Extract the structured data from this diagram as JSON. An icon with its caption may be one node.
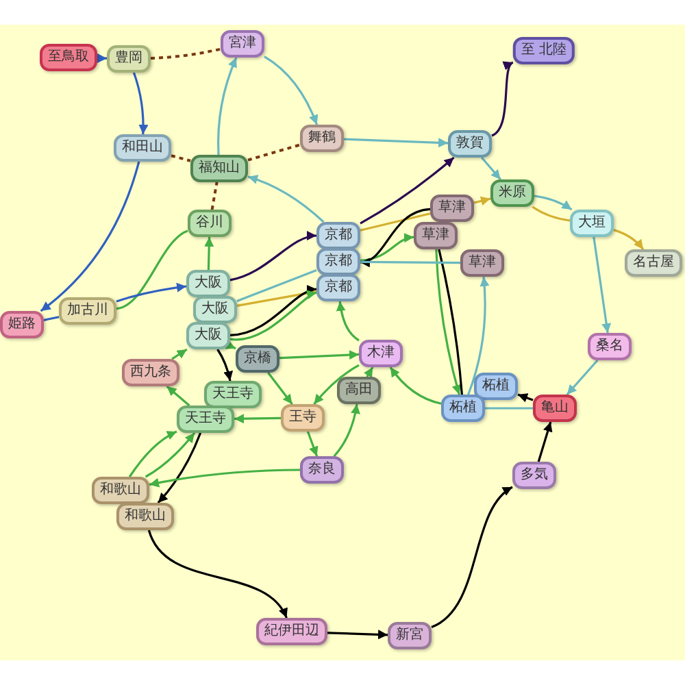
{
  "diagram": {
    "nodes": [
      {
        "text": [
          "至鳥取"
        ]
      },
      {
        "text": [
          "豊岡"
        ]
      },
      {
        "text": [
          "宮津"
        ]
      },
      {
        "text": [
          "至 北陸"
        ]
      },
      {
        "text": [
          "舞鶴"
        ]
      },
      {
        "text": [
          "敦賀"
        ]
      },
      {
        "text": [
          "和田山"
        ]
      },
      {
        "text": [
          "福知山"
        ]
      },
      {
        "text": [
          "米原"
        ]
      },
      {
        "text": [
          "谷川"
        ]
      },
      {
        "text": [
          "草津"
        ]
      },
      {
        "text": [
          "大垣"
        ]
      },
      {
        "text": [
          "草津"
        ]
      },
      {
        "text": [
          "京都"
        ]
      },
      {
        "text": [
          "草津"
        ]
      },
      {
        "text": [
          "名古屋"
        ]
      },
      {
        "text": [
          "京都"
        ]
      },
      {
        "text": [
          "京都"
        ]
      },
      {
        "text": [
          "大阪"
        ]
      },
      {
        "text": [
          "加古川"
        ]
      },
      {
        "text": [
          "大阪"
        ]
      },
      {
        "text": [
          "姫路"
        ]
      },
      {
        "text": [
          "大阪"
        ]
      },
      {
        "text": [
          "桑名"
        ]
      },
      {
        "text": [
          "木津"
        ]
      },
      {
        "text": [
          "京橋"
        ]
      },
      {
        "text": [
          "西九条"
        ]
      },
      {
        "text": [
          "柘植"
        ]
      },
      {
        "text": [
          "高田"
        ]
      },
      {
        "text": [
          "柘植"
        ]
      },
      {
        "text": [
          "天王寺"
        ]
      },
      {
        "text": [
          "亀山"
        ]
      },
      {
        "text": [
          "天王寺"
        ]
      },
      {
        "text": [
          "王寺"
        ]
      },
      {
        "text": [
          "多気"
        ]
      },
      {
        "text": [
          "奈良"
        ]
      },
      {
        "text": [
          "和歌山"
        ]
      },
      {
        "text": [
          "和歌山"
        ]
      },
      {
        "text": [
          "紀伊田辺"
        ]
      },
      {
        "text": [
          "新宮"
        ]
      }
    ],
    "edges": [
      {
        "from": 0,
        "to": 1,
        "arrow": "to",
        "color": "#3060c0"
      },
      {
        "from": 1,
        "to": 6,
        "arrow": "to",
        "color": "#3060c0"
      },
      {
        "from": 6,
        "to": 21,
        "arrow": "to",
        "color": "#3060c0"
      },
      {
        "from": 1,
        "to": 2,
        "arrow": "none",
        "style": "dashed",
        "color": "#7a3810"
      },
      {
        "from": 6,
        "to": 7,
        "arrow": "none",
        "style": "dashed",
        "color": "#7a3810"
      },
      {
        "from": 7,
        "to": 4,
        "arrow": "none",
        "style": "dashed",
        "color": "#7a3810"
      },
      {
        "from": 9,
        "to": 7,
        "arrow": "none",
        "style": "dashed",
        "color": "#7a3810"
      },
      {
        "from": 7,
        "to": 2,
        "arrow": "to",
        "color": "#6ab8c0"
      },
      {
        "from": 2,
        "to": 4,
        "arrow": "to",
        "color": "#6ab8c0"
      },
      {
        "from": 4,
        "to": 5,
        "arrow": "to",
        "color": "#6ab8c0"
      },
      {
        "from": 13,
        "to": 7,
        "arrow": "to",
        "color": "#6ab8c0"
      },
      {
        "from": 13,
        "to": 5,
        "arrow": "to",
        "color": "#2a0a50"
      },
      {
        "from": 5,
        "to": 3,
        "arrow": "to",
        "color": "#2a0a50"
      },
      {
        "from": 18,
        "to": 13,
        "arrow": "to",
        "color": "#2a0a50"
      },
      {
        "from": 5,
        "to": 8,
        "arrow": "to",
        "color": "#6ab8c0"
      },
      {
        "from": 8,
        "to": 11,
        "arrow": "to",
        "color": "#6ab8c0"
      },
      {
        "from": 8,
        "to": 11,
        "arrow": "none",
        "color": "#d4b030"
      },
      {
        "from": 11,
        "to": 15,
        "arrow": "to",
        "color": "#d4b030"
      },
      {
        "from": 13,
        "to": 10,
        "arrow": "none",
        "color": "#d4b030"
      },
      {
        "from": 10,
        "to": 8,
        "arrow": "to",
        "color": "#d4b030"
      },
      {
        "from": 20,
        "to": 17,
        "arrow": "none",
        "color": "#d4b030"
      },
      {
        "from": 11,
        "to": 23,
        "arrow": "to",
        "color": "#6ab8c0"
      },
      {
        "from": 23,
        "to": 31,
        "arrow": "to",
        "color": "#6ab8c0"
      },
      {
        "from": 31,
        "to": 27,
        "arrow": "to",
        "color": "#000000"
      },
      {
        "from": 31,
        "to": 29,
        "arrow": "none",
        "color": "#6ab8c0"
      },
      {
        "from": 29,
        "to": 14,
        "arrow": "to",
        "color": "#6ab8c0"
      },
      {
        "from": 12,
        "to": 29,
        "arrow": "to"
      },
      {
        "from": 12,
        "to": 29,
        "arrow": "none",
        "color": "#000000"
      },
      {
        "from": 29,
        "to": 24,
        "arrow": "to"
      },
      {
        "from": 24,
        "to": 17,
        "arrow": "to"
      },
      {
        "from": 16,
        "to": 12,
        "arrow": "to"
      },
      {
        "from": 10,
        "to": 16,
        "arrow": "to",
        "color": "#000000"
      },
      {
        "from": 14,
        "to": 16,
        "arrow": "none",
        "color": "#6ab8c0"
      },
      {
        "from": 18,
        "to": 9,
        "arrow": "to"
      },
      {
        "from": 19,
        "to": 9,
        "arrow": "none"
      },
      {
        "from": 21,
        "to": 19,
        "arrow": "none",
        "color": "#3060c0"
      },
      {
        "from": 19,
        "to": 18,
        "arrow": "to",
        "color": "#3060c0"
      },
      {
        "from": 20,
        "to": 16,
        "arrow": "none",
        "color": "#6ab8c0"
      },
      {
        "from": 22,
        "to": 17,
        "arrow": "to",
        "color": "#000000"
      },
      {
        "from": 22,
        "to": 17,
        "arrow": "to"
      },
      {
        "from": 26,
        "to": 22,
        "arrow": "to"
      },
      {
        "from": 32,
        "to": 26,
        "arrow": "to"
      },
      {
        "from": 22,
        "to": 30,
        "arrow": "to",
        "color": "#000000"
      },
      {
        "from": 22,
        "to": 25,
        "arrow": "to"
      },
      {
        "from": 25,
        "to": 24,
        "arrow": "to"
      },
      {
        "from": 25,
        "to": 33,
        "arrow": "to"
      },
      {
        "from": 33,
        "to": 32,
        "arrow": "to"
      },
      {
        "from": 33,
        "to": 35,
        "arrow": "to"
      },
      {
        "from": 35,
        "to": 28,
        "arrow": "to"
      },
      {
        "from": 28,
        "to": 24,
        "arrow": "to"
      },
      {
        "from": 24,
        "to": 33,
        "arrow": "to"
      },
      {
        "from": 36,
        "to": 32,
        "arrow": "to"
      },
      {
        "from": 36,
        "to": 32,
        "arrow": "to"
      },
      {
        "from": 32,
        "to": 37,
        "arrow": "to",
        "color": "#000000"
      },
      {
        "from": 35,
        "to": 36,
        "arrow": "to"
      },
      {
        "from": 37,
        "to": 38,
        "arrow": "to",
        "color": "#000000"
      },
      {
        "from": 38,
        "to": 39,
        "arrow": "to",
        "color": "#000000"
      },
      {
        "from": 39,
        "to": 34,
        "arrow": "to",
        "color": "#000000"
      },
      {
        "from": 34,
        "to": 31,
        "arrow": "to",
        "color": "#000000"
      }
    ]
  }
}
